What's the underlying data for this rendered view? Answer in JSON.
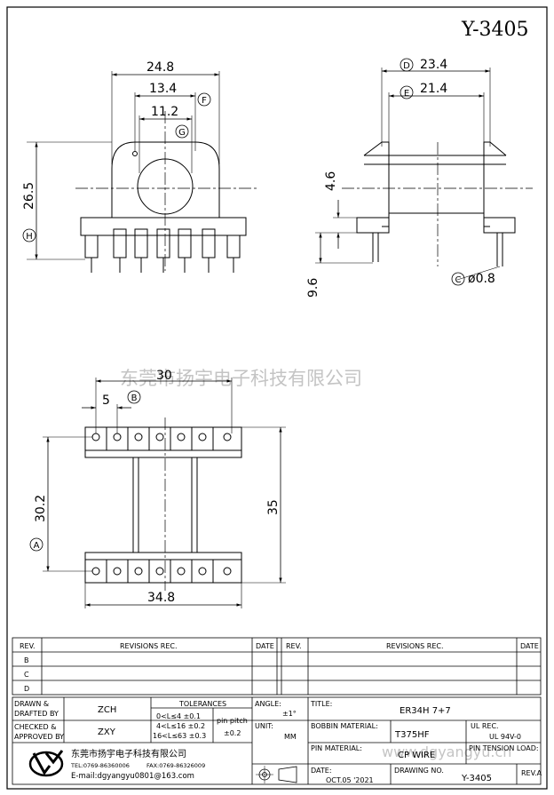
{
  "drawing_id": "Y-3405",
  "dimensions": {
    "front_width_outer": "24.8",
    "front_width_mid": "13.4",
    "front_width_inner": "11.2",
    "front_height": "26.5",
    "side_width_outer": "23.4",
    "side_width_inner": "21.4",
    "side_flange_gap": "4.6",
    "side_pin_length": "9.6",
    "pin_diameter": "ø0.8",
    "top_pin_span": "30",
    "top_pin_pitch": "5",
    "top_row_spacing": "30.2",
    "top_overall_length": "35",
    "top_overall_width": "34.8"
  },
  "markers": {
    "A": "A",
    "B": "B",
    "C": "C",
    "D": "D",
    "E": "E",
    "F": "F",
    "G": "G",
    "H": "H"
  },
  "watermark": "东莞市扬宇电子科技有限公司",
  "watermark_url": "www.dgyangyu.cn",
  "revisions": {
    "headers": {
      "rev": "REV.",
      "revisions_rec": "REVISIONS  REC.",
      "date": "DATE"
    },
    "rows": [
      "B",
      "C",
      "D"
    ]
  },
  "title_block": {
    "drawn_label_1": "DRAWN &",
    "drawn_label_2": "DRAFTED BY",
    "drawn_by": "ZCH",
    "checked_label_1": "CHECKED &",
    "checked_label_2": "APPROVED BY",
    "checked_by": "ZXY",
    "tolerances_label": "TOLERANCES",
    "tol_row1": "0<L≤4   ±0.1",
    "tol_row2": "4<L≤16  ±0.2",
    "tol_row3": "16<L≤63 ±0.3",
    "pin_pitch_label": "pin pitch",
    "pin_pitch_value": "±0.2",
    "angle_label": "ANGLE:",
    "angle_value": "±1°",
    "unit_label": "UNIT:",
    "unit_value": "MM",
    "title_label": "TITLE:",
    "title_value": "ER34H  7+7",
    "bobbin_label": "BOBBIN MATERIAL:",
    "bobbin_value": "T375HF",
    "ul_label": "UL REC.",
    "ul_value": "UL 94V-0",
    "pin_material_label": "PIN MATERIAL:",
    "pin_material_value": "CP WIRE",
    "pin_tension_label": "PIN TENSION LOAD:",
    "date_label": "DATE:",
    "date_value": "OCT.05 '2021",
    "drawing_no_label": "DRAWING NO.",
    "drawing_no_value": "Y-3405",
    "rev_label": "REV.A",
    "company_name": "东莞市扬宇电子科技有限公司",
    "company_tel": "TEL:0769-86360006",
    "company_fax": "FAX:0769-86326009",
    "company_email": "E-mail:dgyangyu0801@163.com"
  }
}
